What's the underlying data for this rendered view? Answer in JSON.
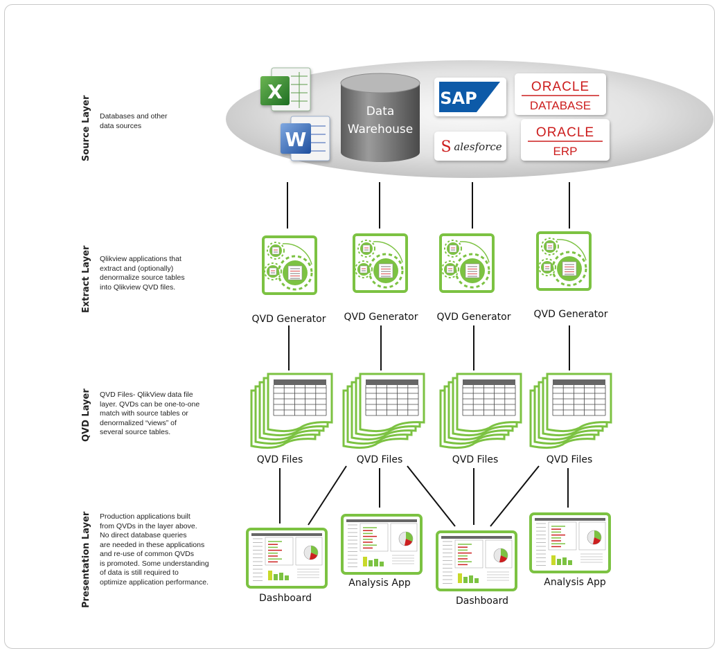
{
  "layers": [
    {
      "title": "Source Layer",
      "description": "Databases and other\ndata sources"
    },
    {
      "title": "Extract Layer",
      "description": "Qlikview applications that\nextract and (optionally)\ndenormalize source tables\ninto Qlikview QVD files."
    },
    {
      "title": "QVD Layer",
      "description": "QVD Files- QlikView data file\nlayer. QVDs can be one-to-one\nmatch with source tables or\ndenormalized “views” of\nseveral source tables."
    },
    {
      "title": "Presentation Layer",
      "description": "Production applications built\nfrom QVDs in the layer above.\nNo direct database queries\nare needed in these applications\nand re-use of common QVDs\nis promoted. Some understanding\nof data is still required to\noptimize application performance."
    }
  ],
  "sources": {
    "warehouse": [
      "Data",
      "Warehouse"
    ],
    "sap": "SAP",
    "salesforce_s": "S",
    "salesforce_rest": "alesforce",
    "oracle_db": [
      "ORACLE",
      "DATABASE"
    ],
    "oracle_erp": [
      "ORACLE",
      "ERP"
    ],
    "excel_letter": "X",
    "word_letter": "W"
  },
  "generators": [
    "QVD Generator",
    "QVD Generator",
    "QVD Generator",
    "QVD Generator"
  ],
  "qvd_files": [
    "QVD Files",
    "QVD Files",
    "QVD Files",
    "QVD Files"
  ],
  "apps": [
    "Dashboard",
    "Analysis App",
    "Dashboard",
    "Analysis App"
  ],
  "colors": {
    "green": "#7cc242",
    "dark_green": "#4a8a1e",
    "red": "#cc1f1f",
    "sap_blue": "#0a5aa8",
    "line": "#111111"
  }
}
